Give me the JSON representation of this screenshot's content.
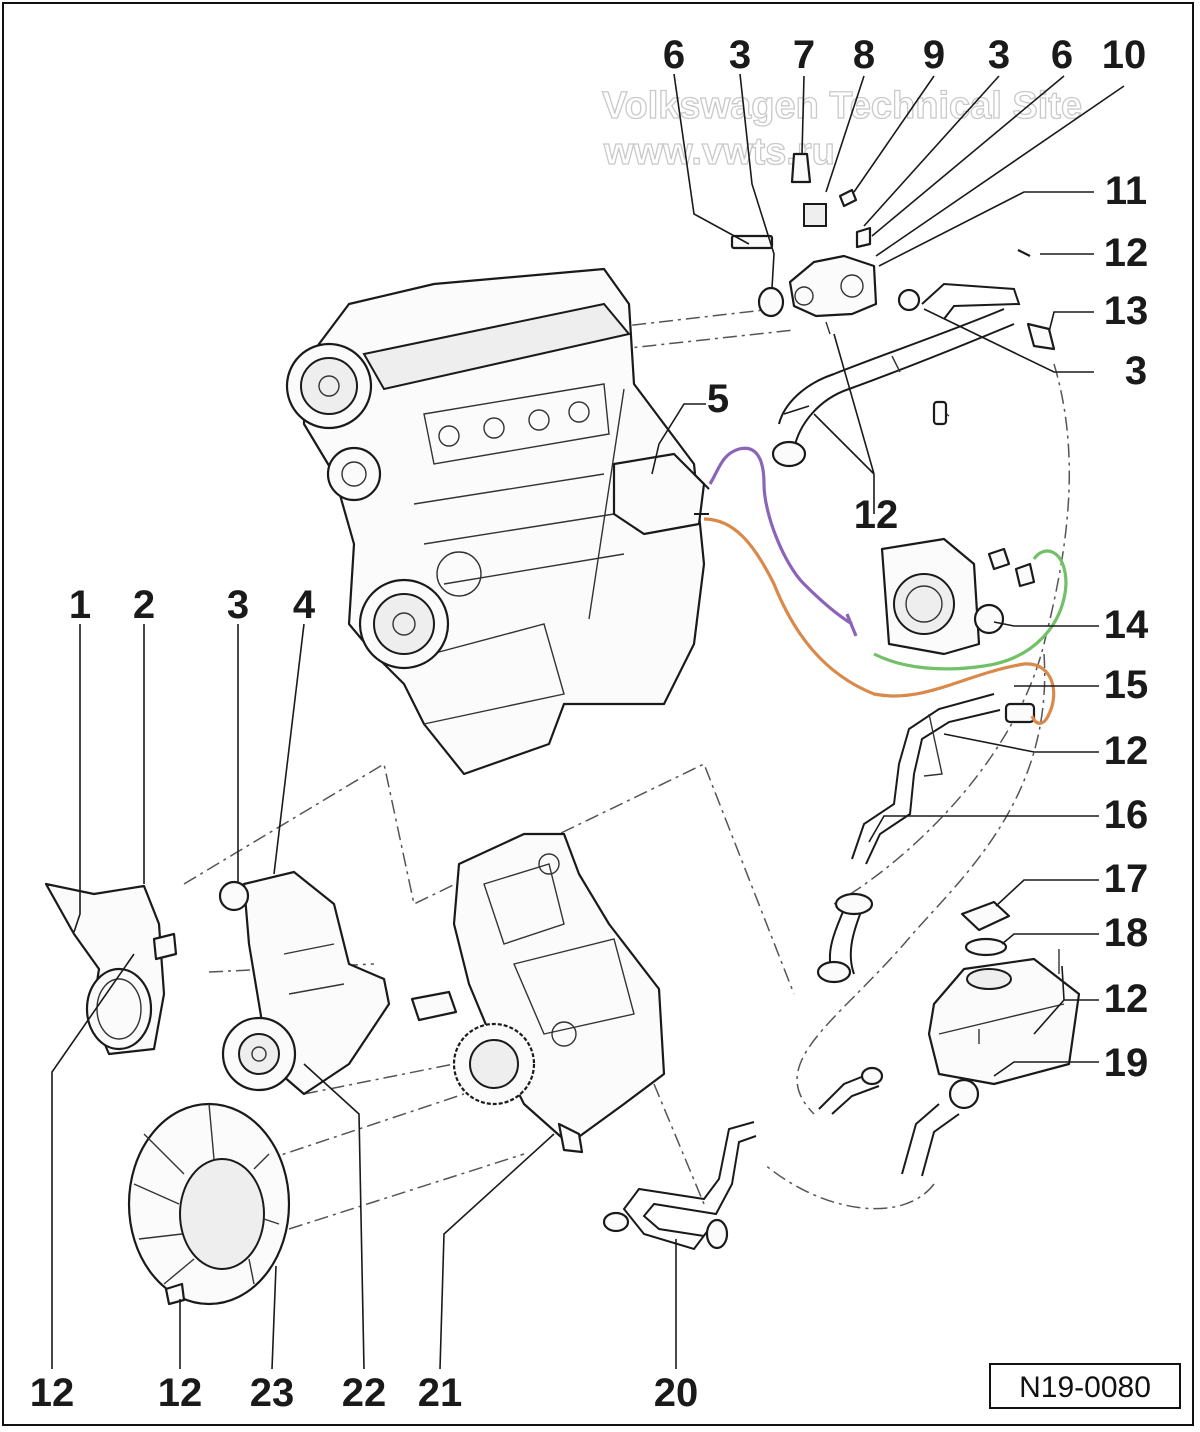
{
  "watermark": {
    "line1": "Volkswagen Technical Site",
    "line2": "www.vwts.ru"
  },
  "figure_code": "N19-0080",
  "callouts": {
    "top": [
      "6",
      "3",
      "7",
      "8",
      "9",
      "3",
      "6",
      "10"
    ],
    "right": [
      "11",
      "12",
      "13",
      "3",
      "14",
      "15",
      "12",
      "16",
      "17",
      "18",
      "12",
      "19"
    ],
    "center": [
      "5",
      "12"
    ],
    "left": [
      "1",
      "2",
      "3",
      "4"
    ],
    "bottom": [
      "12",
      "12",
      "23",
      "22",
      "21",
      "20"
    ]
  },
  "colors": {
    "purple_line": "#8a64b8",
    "orange_line": "#d98a4a",
    "green_line": "#72c068",
    "ink": "#1a1a1a"
  }
}
